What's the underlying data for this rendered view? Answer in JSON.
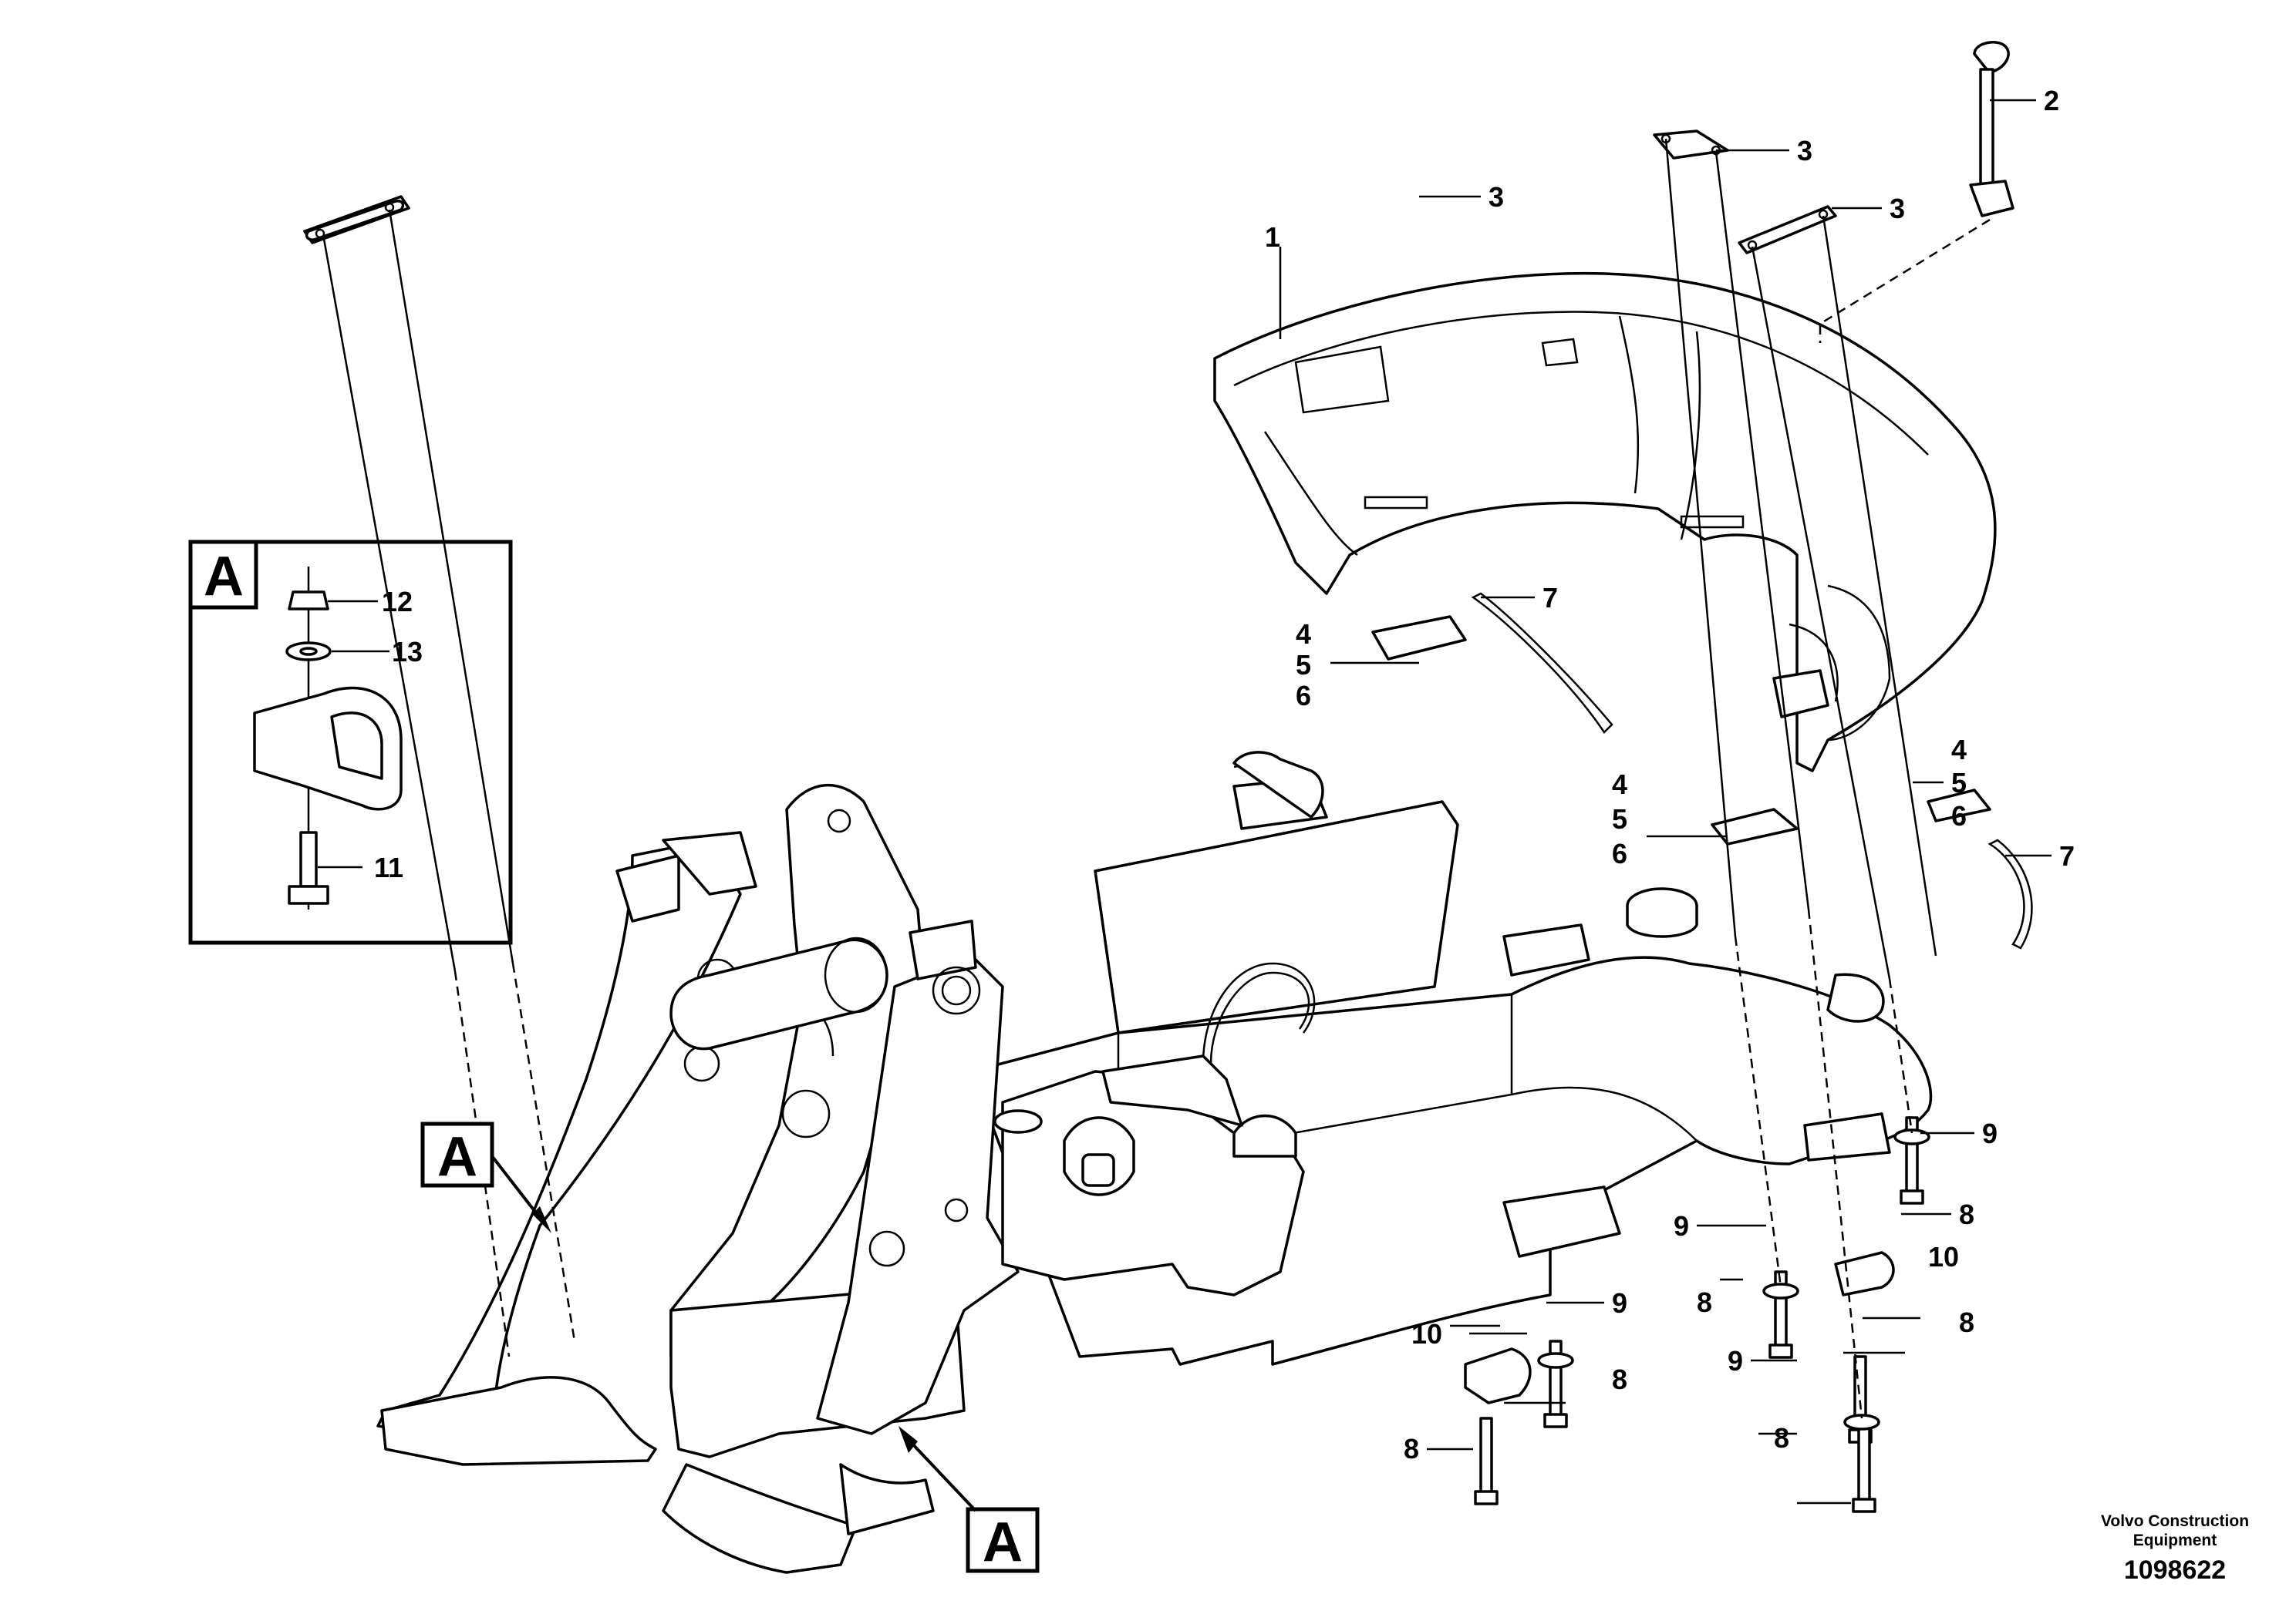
{
  "callouts": {
    "c1": "1",
    "c2": "2",
    "c3a": "3",
    "c3b": "3",
    "c3c": "3",
    "c4a": "4",
    "c5a": "5",
    "c6a": "6",
    "c4b": "4",
    "c5b": "5",
    "c6b": "6",
    "c4c": "4",
    "c5c": "5",
    "c6c": "6",
    "c7a": "7",
    "c7b": "7",
    "c8a": "8",
    "c8b": "8",
    "c8c": "8",
    "c8d": "8",
    "c8e": "8",
    "c8f": "8",
    "c9a": "9",
    "c9b": "9",
    "c9c": "9",
    "c9d": "9",
    "c10a": "10",
    "c10b": "10",
    "c11": "11",
    "c12": "12",
    "c13": "13"
  },
  "view_labels": {
    "detail": "A",
    "left": "A",
    "bottom": "A"
  },
  "footer": {
    "credit_line1": "Volvo Construction",
    "credit_line2": "Equipment",
    "drawing_number": "1098622"
  }
}
